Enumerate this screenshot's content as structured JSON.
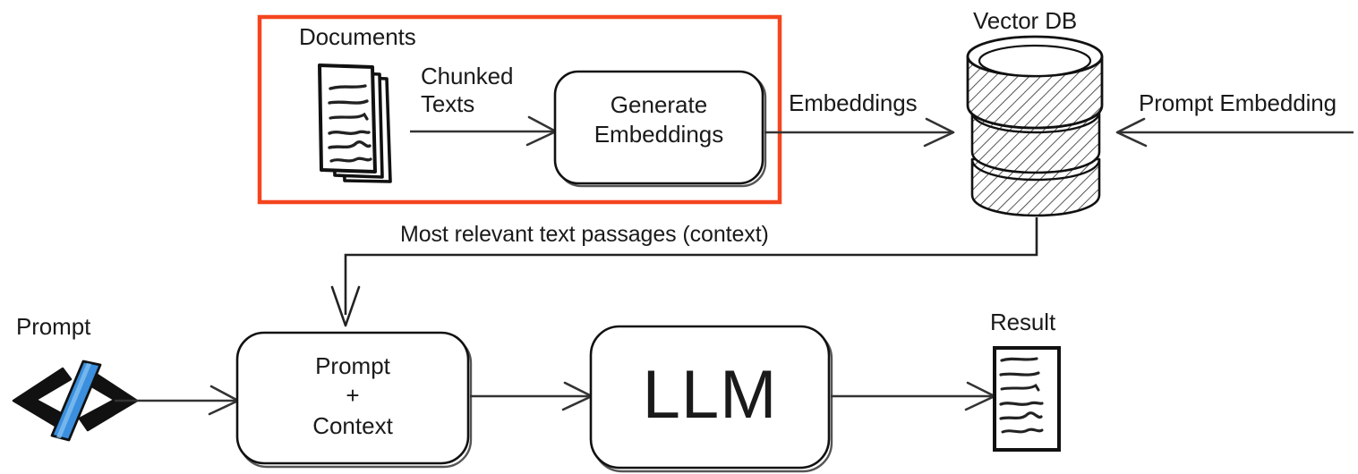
{
  "diagram": {
    "title": "Retrieval Augmented Generation (RAG) flow",
    "type": "hand-drawn-architecture-diagram",
    "accent_color": "#F4451E",
    "ink_color": "#1a1a1a",
    "code_icon_blue": "#3B8FDE",
    "background": "#ffffff"
  },
  "highlight_box": {
    "name": "indexing-stage-highlight",
    "stroke_color": "#F4451E"
  },
  "labels": {
    "documents": "Documents",
    "chunked_texts": "Chunked\nTexts",
    "embeddings": "Embeddings",
    "vector_db": "Vector DB",
    "prompt_embedding": "Prompt Embedding",
    "context_edge": "Most relevant text passages (context)",
    "prompt": "Prompt",
    "result": "Result"
  },
  "nodes": {
    "generate_embeddings": "Generate\nEmbeddings",
    "prompt_context": "Prompt\n+\nContext",
    "llm": "LLM"
  },
  "icons": {
    "documents_stack": "documents-stack-icon",
    "database_cylinder": "database-cylinder-icon",
    "code_brackets": "code-brackets-icon",
    "result_document": "result-document-icon"
  }
}
